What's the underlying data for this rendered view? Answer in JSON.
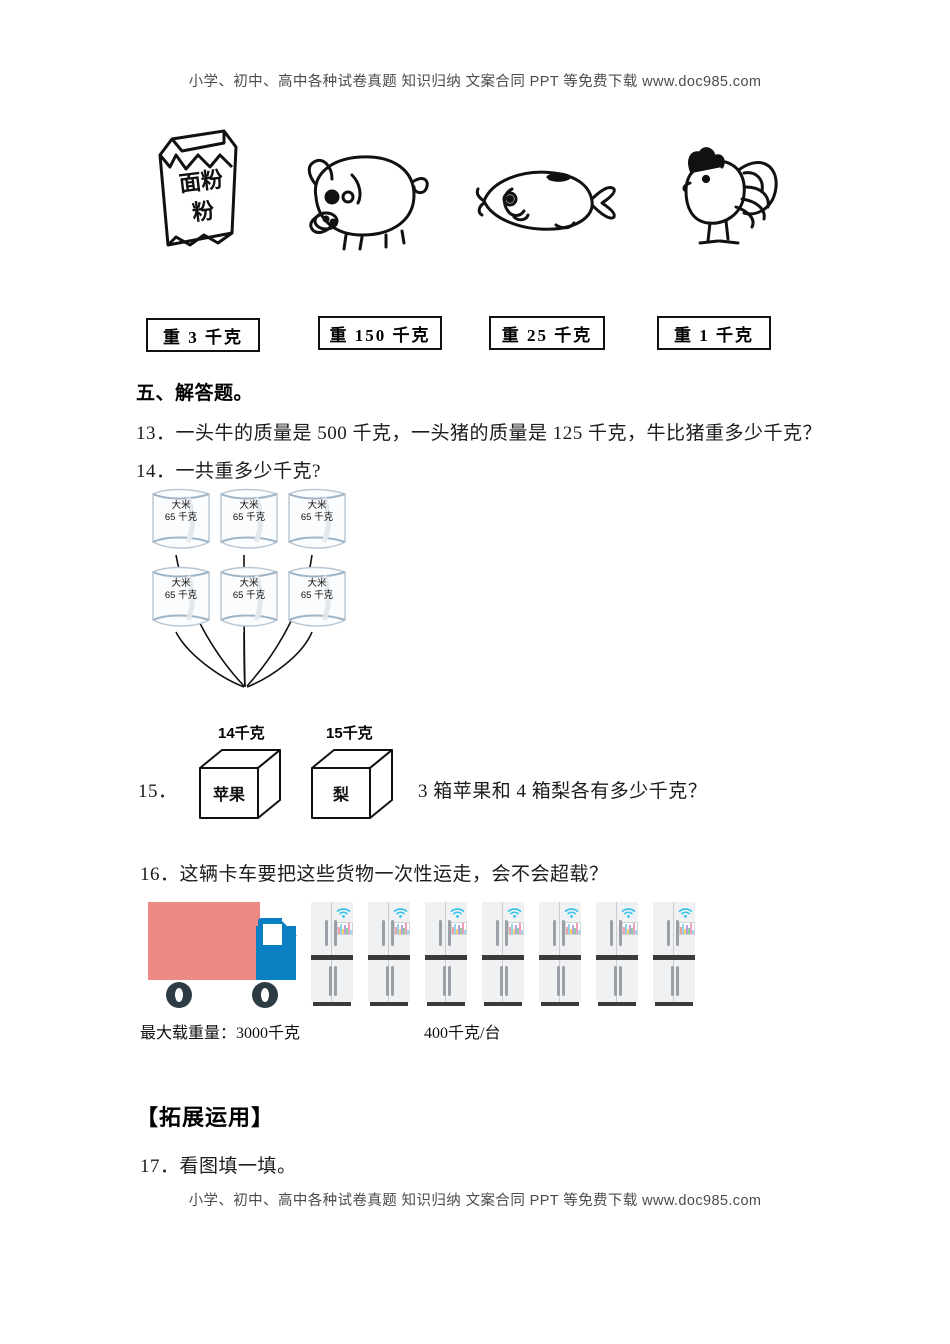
{
  "watermark": {
    "text": "小学、初中、高中各种试卷真题 知识归纳 文案合同 PPT 等免费下载  www.doc985.com"
  },
  "top_pictures": [
    {
      "name": "flour-bag",
      "label": "面粉"
    },
    {
      "name": "pig",
      "label": ""
    },
    {
      "name": "fish",
      "label": ""
    },
    {
      "name": "rooster",
      "label": ""
    }
  ],
  "weight_boxes": [
    {
      "text": "重 3 千克"
    },
    {
      "text": "重 150 千克"
    },
    {
      "text": "重 25 千克"
    },
    {
      "text": "重 1 千克"
    }
  ],
  "section": {
    "heading": "五、解答题。"
  },
  "questions": {
    "q13": "13．一头牛的质量是 500 千克，一头猪的质量是 125 千克，牛比猪重多少千克？",
    "q14": "14．一共重多少千克?",
    "q15_number": "15．",
    "q15_text": "3 箱苹果和 4 箱梨各有多少千克？",
    "q16": "16．这辆卡车要把这些货物一次性运走，会不会超载？",
    "q17": "17．看图填一填。"
  },
  "rice_bags": {
    "count": 6,
    "label_line1": "大米",
    "label_line2": "65 千克"
  },
  "fruit_boxes": [
    {
      "weight": "14千克",
      "name": "苹果"
    },
    {
      "weight": "15千克",
      "name": "梨"
    }
  ],
  "truck_scene": {
    "max_load_caption": "最大载重量：3000千克",
    "unit_weight_caption": "400千克/台",
    "fridge_count": 7,
    "truck_cargo_color": "#ec8a83",
    "truck_cab_color": "#0a7fc2",
    "wifi_color": "#2cc3ee"
  },
  "extension": {
    "heading": "【拓展运用】"
  }
}
